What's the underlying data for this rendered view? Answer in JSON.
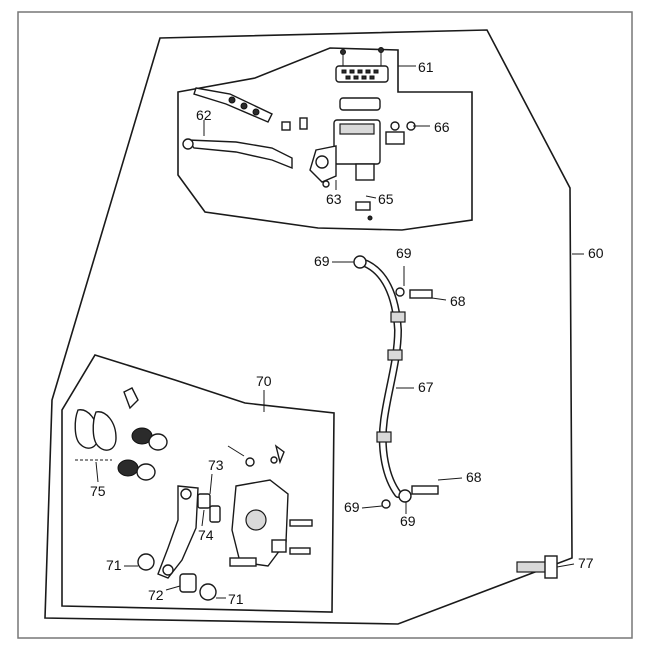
{
  "callouts": {
    "c60": "60",
    "c61": "61",
    "c62": "62",
    "c63": "63",
    "c65": "65",
    "c66": "66",
    "c67": "67",
    "c68a": "68",
    "c68b": "68",
    "c69a": "69",
    "c69b": "69",
    "c69c": "69",
    "c69d": "69",
    "c70": "70",
    "c71a": "71",
    "c71b": "71",
    "c72": "72",
    "c73": "73",
    "c74": "74",
    "c75": "75",
    "c77": "77"
  },
  "colors": {
    "line": "#1a1a1a",
    "frame": "#777777",
    "background": "#ffffff",
    "part_dark": "#2b2b2b",
    "part_grey": "#d9d9d9"
  }
}
